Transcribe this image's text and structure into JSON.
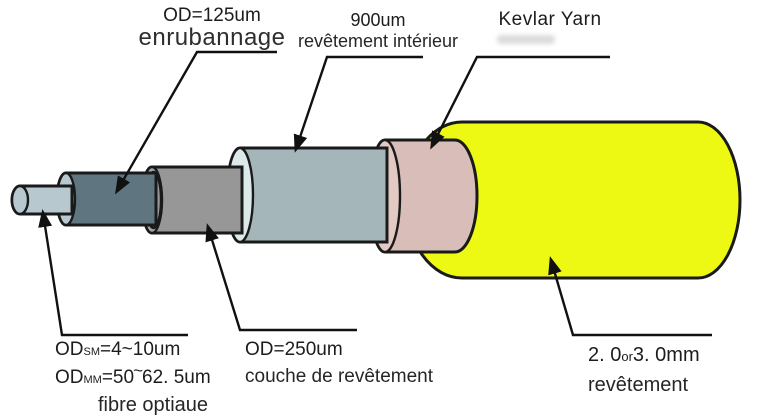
{
  "colors": {
    "outline": "#1a1a1a",
    "outer_jacket": "#edf813",
    "kevlar": "#d9bdb8",
    "kevlar_rim": "#e3c9c4",
    "inner_jacket": "#a4b6b9",
    "inner_jacket_rim": "#dde8ea",
    "coating": "#979797",
    "coating_rim": "#a6a6a6",
    "buffer": "#5f7680",
    "buffer_rim": "#b7c8ce",
    "fiber": "#b7c8ce"
  },
  "labels": {
    "od125": {
      "size": "OD=125um",
      "name": "enrubannage"
    },
    "buffer900": {
      "size": "900um",
      "name": "revêtement intérieur"
    },
    "kevlar": {
      "name": "Kevlar Yarn"
    },
    "od250": {
      "size": "OD=250um",
      "name": "couche de revêtement"
    },
    "fiber": {
      "sm_prefix": "OD",
      "sm_sub": "SM",
      "sm_value": "=4~10um",
      "mm_prefix": "OD",
      "mm_sub": "MM",
      "mm_value_pre": "=50",
      "mm_tilde": "~",
      "mm_value_post": "62. 5um",
      "name": "fibre optiaue"
    },
    "jacket": {
      "size_pre": "2. 0",
      "size_mid": "or",
      "size_post": "3. 0mm",
      "name": "revêtement"
    }
  }
}
